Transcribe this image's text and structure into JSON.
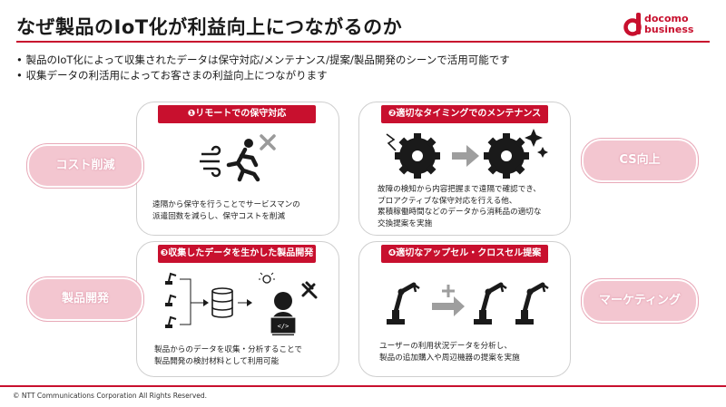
{
  "header": {
    "title": "なぜ製品のIoT化が利益向上につながるのか",
    "logo_line1": "docomo",
    "logo_line2": "business"
  },
  "bullets": [
    "製品のIoT化によって収集されたデータは保守対応/メンテナンス/提案/製品開発のシーンで活用可能です",
    "収集データの利活用によってお客さまの利益向上につながります"
  ],
  "pills": {
    "cost": "コスト削減",
    "cs": "CS向上",
    "dev": "製品開発",
    "marketing": "マーケティング"
  },
  "panels": [
    {
      "heading": "❶リモートでの保守対応",
      "desc": [
        "遠隔から保守を行うことでサービスマンの",
        "派遣回数を減らし、保守コストを削減"
      ]
    },
    {
      "heading": "❷適切なタイミングでのメンテナンス",
      "desc": [
        "故障の検知から内容把握まで遠隔で確認でき、",
        "プロアクティブな保守対応を行える他、",
        "累積稼働時間などのデータから消耗品の適切な",
        "交換提案を実施"
      ]
    },
    {
      "heading": "❸収集したデータを生かした製品開発",
      "desc": [
        "製品からのデータを収集・分析することで",
        "製品開発の検討材料として利用可能"
      ]
    },
    {
      "heading": "❹適切なアップセル・クロスセル提案",
      "desc": [
        "ユーザーの利用状況データを分析し、",
        "製品の追加購入や周辺機器の提案を実施"
      ]
    }
  ],
  "footer": "© NTT Communications Corporation All Rights Reserved.",
  "colors": {
    "accent": "#c8102e",
    "pill": "#f3c6d0",
    "icon": "#1a1a1a",
    "arrow": "#9e9e9e"
  }
}
